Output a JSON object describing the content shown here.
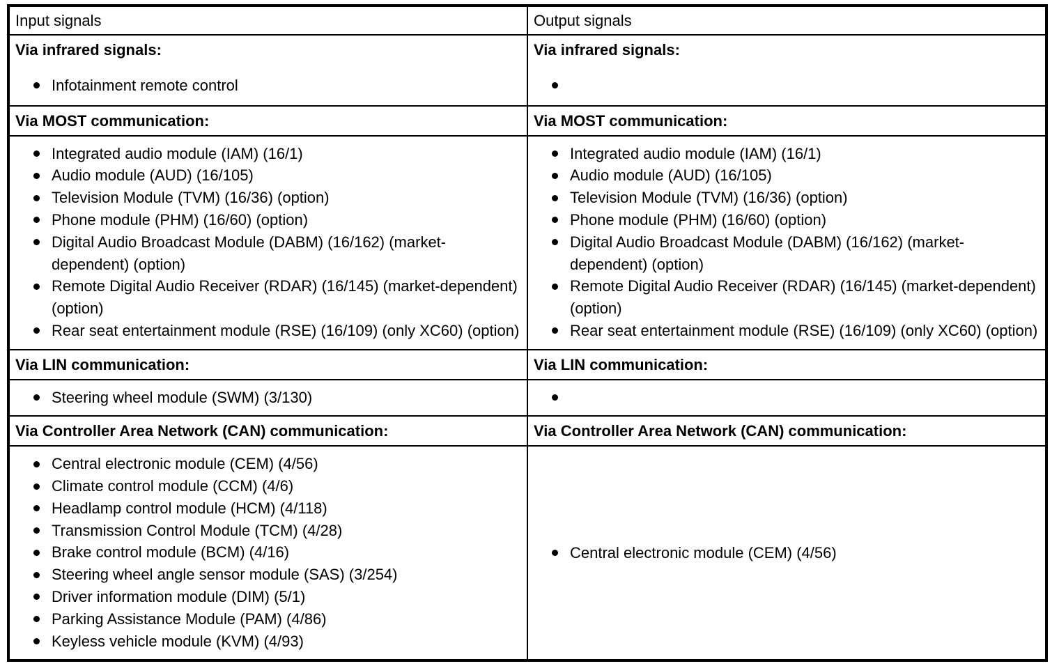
{
  "table": {
    "columns": [
      {
        "title": "Input signals"
      },
      {
        "title": "Output signals"
      }
    ],
    "sections": [
      {
        "id": "infrared",
        "heading_left": "Via infrared signals:",
        "heading_right": "Via infrared signals:",
        "left_items": [
          "Infotainment remote control"
        ],
        "right_items": [
          ""
        ]
      },
      {
        "id": "most",
        "heading_left": "Via MOST communication:",
        "heading_right": "Via MOST communication:",
        "left_items": [
          "Integrated audio module (IAM) (16/1)",
          "Audio module (AUD) (16/105)",
          "Television Module (TVM) (16/36) (option)",
          "Phone module (PHM) (16/60) (option)",
          "Digital Audio Broadcast Module (DABM) (16/162) (market-dependent) (option)",
          "Remote Digital Audio Receiver (RDAR) (16/145) (market-dependent) (option)",
          "Rear seat entertainment module (RSE) (16/109) (only XC60) (option)"
        ],
        "right_items": [
          "Integrated audio module (IAM) (16/1)",
          "Audio module (AUD) (16/105)",
          "Television Module (TVM) (16/36) (option)",
          "Phone module (PHM) (16/60) (option)",
          "Digital Audio Broadcast Module (DABM) (16/162) (market-dependent) (option)",
          "Remote Digital Audio Receiver (RDAR) (16/145) (market-dependent) (option)",
          "Rear seat entertainment module (RSE) (16/109) (only XC60) (option)"
        ]
      },
      {
        "id": "lin",
        "heading_left": "Via LIN communication:",
        "heading_right": "Via LIN communication:",
        "left_items": [
          "Steering wheel module (SWM) (3/130)"
        ],
        "right_items": [
          ""
        ]
      },
      {
        "id": "can",
        "heading_left": "Via Controller Area Network (CAN) communication:",
        "heading_right": "Via Controller Area Network (CAN) communication:",
        "left_items": [
          "Central electronic module (CEM) (4/56)",
          "Climate control module (CCM) (4/6)",
          "Headlamp control module (HCM) (4/118)",
          "Transmission Control Module (TCM) (4/28)",
          "Brake control module (BCM) (4/16)",
          "Steering wheel angle sensor module (SAS) (3/254)",
          "Driver information module (DIM) (5/1)",
          "Parking Assistance Module (PAM) (4/86)",
          "Keyless vehicle module (KVM) (4/93)"
        ],
        "right_items": [
          "Central electronic module (CEM) (4/56)"
        ]
      }
    ]
  },
  "colors": {
    "border": "#000000",
    "text": "#000000",
    "background": "#ffffff"
  }
}
